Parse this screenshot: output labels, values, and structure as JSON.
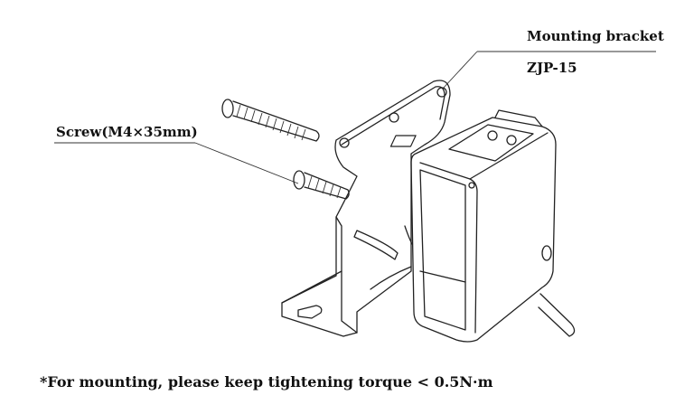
{
  "labels": {
    "bracket": "Mounting bracket",
    "bracket_model": "ZJP-15",
    "screw": "Screw(M4×35mm)"
  },
  "footnote": "*For mounting, please keep tightening torque < 0.5N·m"
}
